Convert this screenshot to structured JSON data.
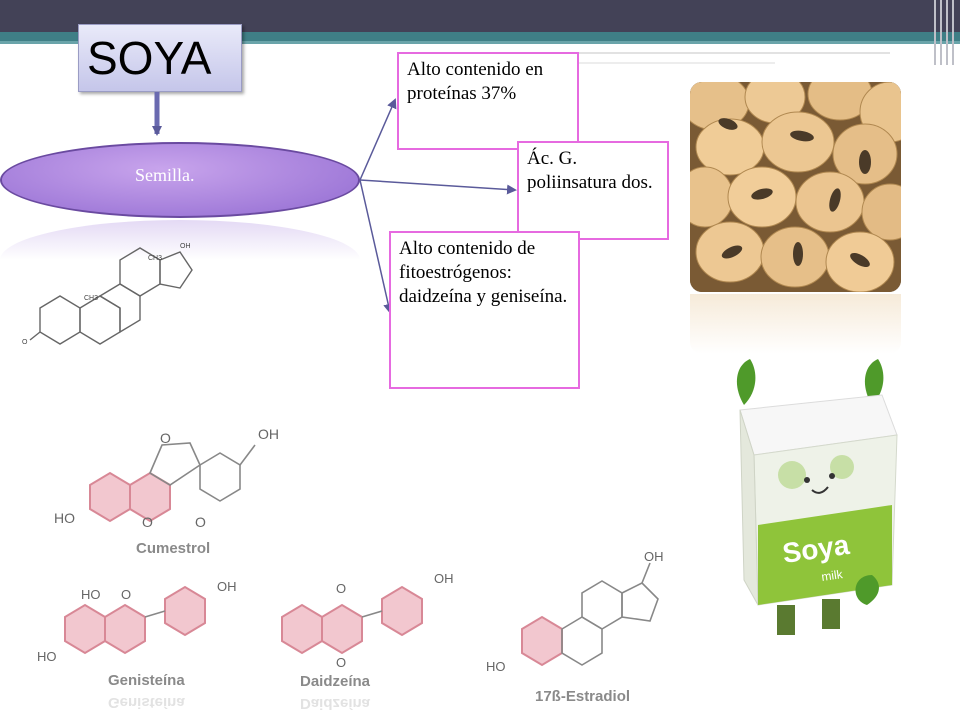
{
  "title": "SOYA",
  "seed_label": "Semilla.",
  "boxes": {
    "protein": "Alto contenido en proteínas 37%",
    "fatty_acids": "Ác. G. poliinsatura dos.",
    "phytoestrogens": "Alto contenido de fitoestrógenos: daidzeína y geniseína."
  },
  "carton": {
    "brand": "Soya",
    "sub": "milk"
  },
  "molecules": {
    "cumestrol": "Cumestrol",
    "genisteina": "Genisteína",
    "daidzeina": "Daidzeína",
    "estradiol": "17ß-Estradiol"
  },
  "colors": {
    "header": "#434257",
    "accent_teal": "#3f7f86",
    "box_border": "#e66ae0",
    "ellipse_fill": "#9f79d8",
    "ring_fill": "#f2c7cf",
    "ring_stroke": "#d88896"
  }
}
